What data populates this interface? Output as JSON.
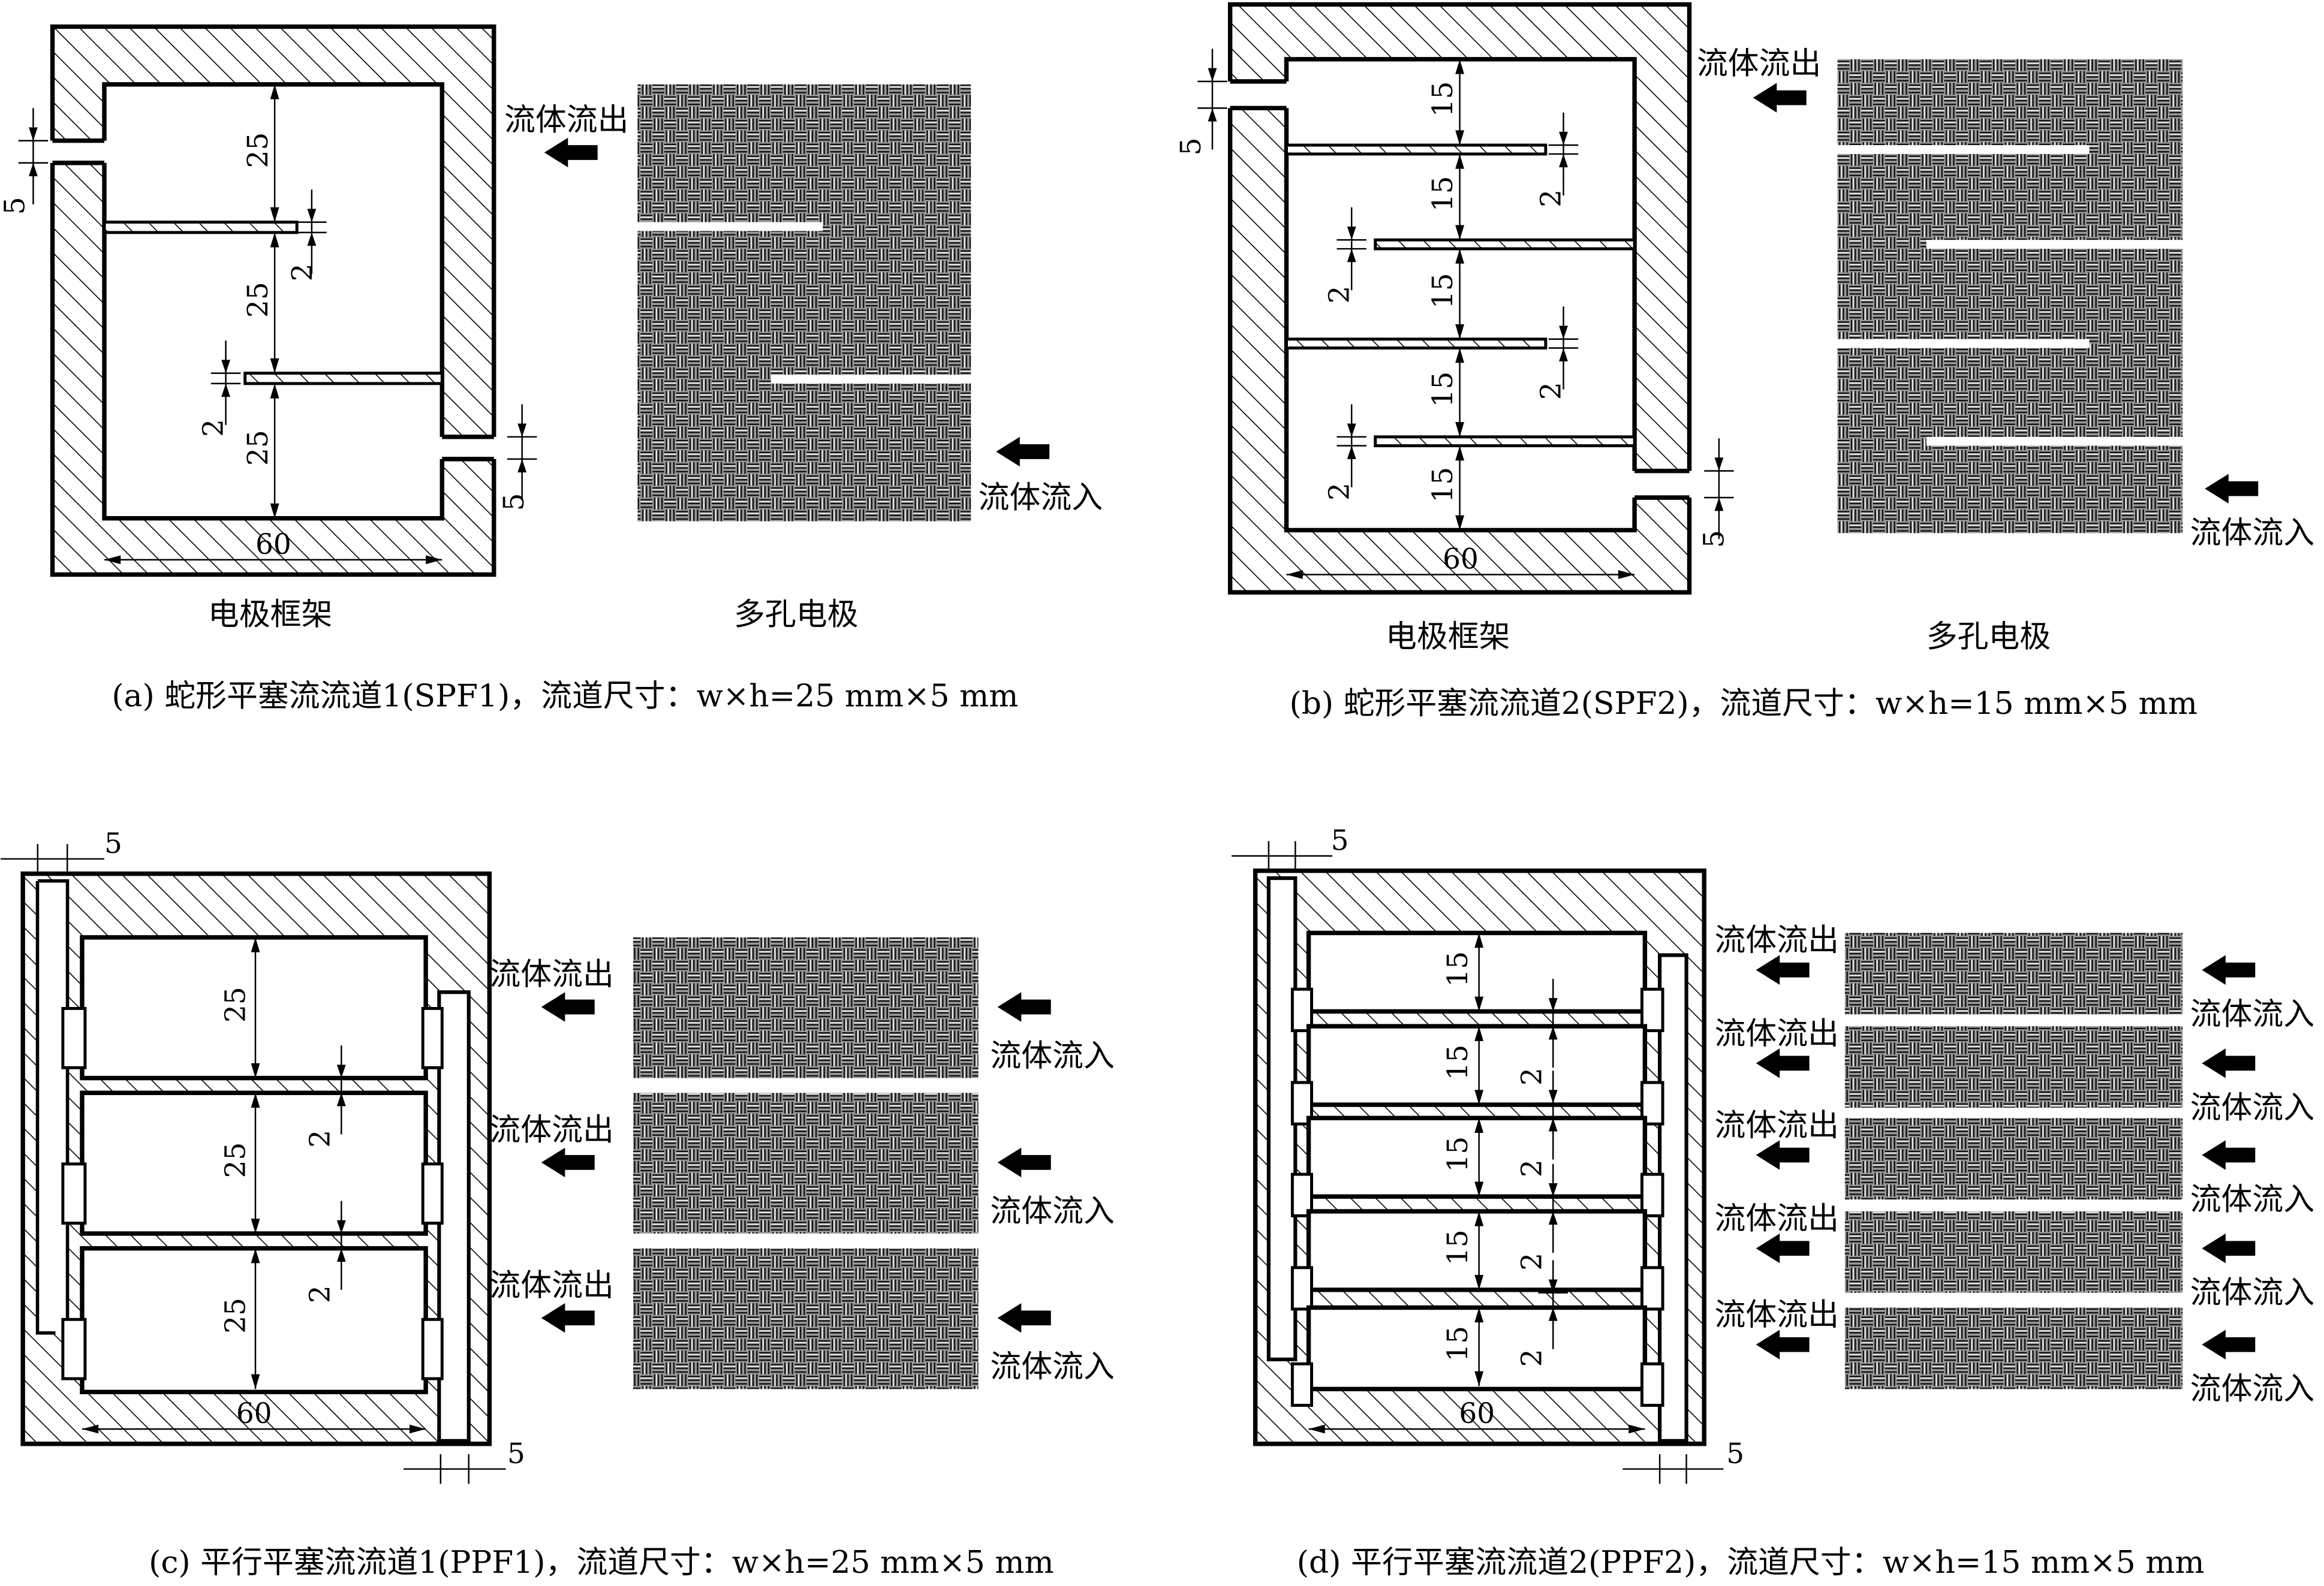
{
  "labels": {
    "frame": "电极框架",
    "electrode": "多孔电极",
    "outflow": "流体流出",
    "inflow": "流体流入"
  },
  "panels": [
    {
      "id": "a",
      "caption": "(a) 蛇形平塞流流道1(SPF1)，流道尺寸：w×h=25 mm×5 mm",
      "channel_width": "25",
      "gap": "2",
      "port": "5",
      "length": "60"
    },
    {
      "id": "b",
      "caption": "(b) 蛇形平塞流流道2(SPF2)，流道尺寸：w×h=15 mm×5 mm",
      "channel_width": "15",
      "gap": "2",
      "port": "5",
      "length": "60"
    },
    {
      "id": "c",
      "caption": "(c) 平行平塞流流道1(PPF1)，流道尺寸：w×h=25 mm×5 mm",
      "channel_width": "25",
      "gap": "2",
      "port": "5",
      "length": "60"
    },
    {
      "id": "d",
      "caption": "(d) 平行平塞流流道2(PPF2)，流道尺寸：w×h=15 mm×5 mm",
      "channel_width": "15",
      "gap": "2",
      "port": "5",
      "length": "60"
    }
  ]
}
